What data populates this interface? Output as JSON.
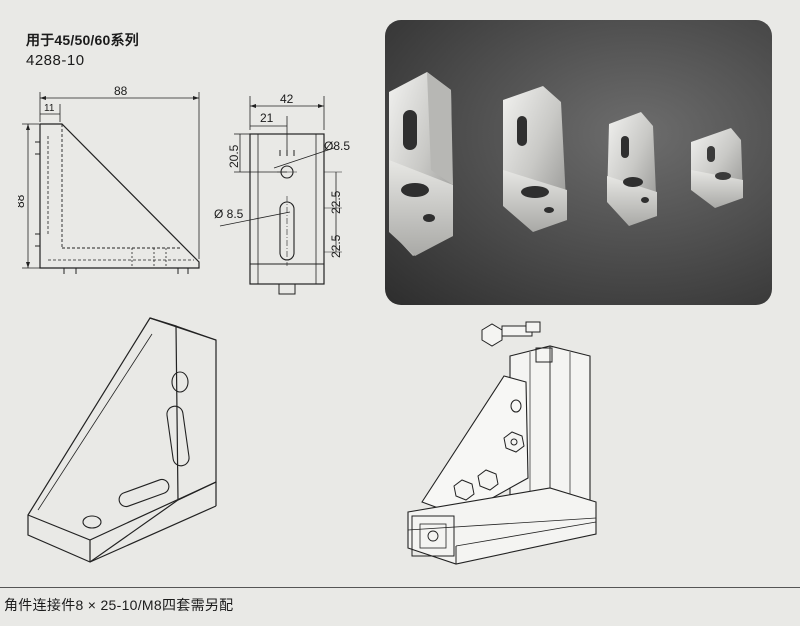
{
  "header": {
    "series_title": "用于45/50/60系列",
    "part_number": "4288-10"
  },
  "side_view": {
    "dim_width": "88",
    "dim_height": "88",
    "dim_lip": "11"
  },
  "front_view": {
    "dim_width": "42",
    "dim_offset": "21",
    "dim_top": "20.5",
    "dim_hole_1": "Ø8.5",
    "dim_hole_2": "Ø 8.5",
    "dim_slot_upper": "22.5",
    "dim_slot_lower": "22.5"
  },
  "footer": {
    "note": "角件连接件8 × 25-10/M8四套需另配"
  },
  "icons": {
    "photo": "bracket-photo",
    "iso_bracket": "isometric-bracket-drawing",
    "assembly": "profile-assembly-drawing"
  }
}
